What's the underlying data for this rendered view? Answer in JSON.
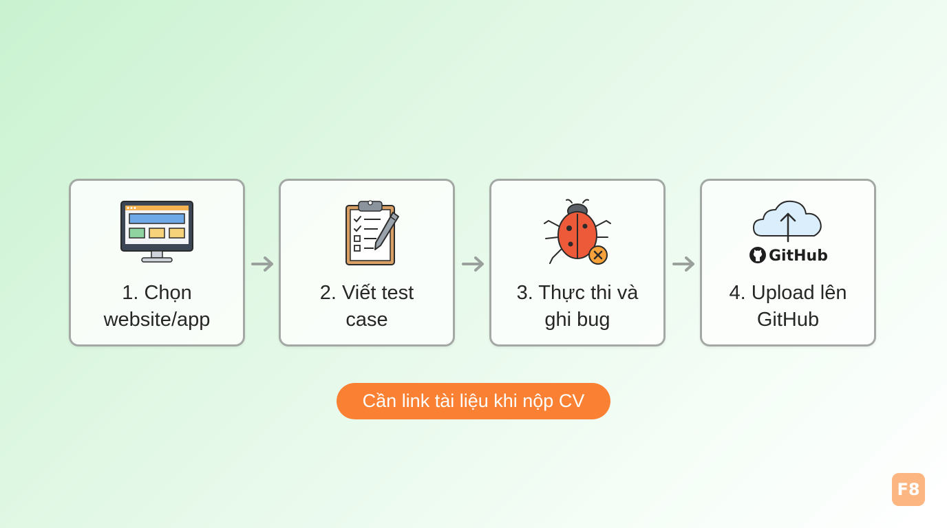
{
  "steps": [
    {
      "label": "1. Chọn\nwebsite/app",
      "icon": "monitor-icon"
    },
    {
      "label": "2. Viết test\ncase",
      "icon": "clipboard-checklist-icon"
    },
    {
      "label": "3. Thực thi và\nghi bug",
      "icon": "bug-icon"
    },
    {
      "label": "4. Upload lên\nGitHub",
      "icon": "cloud-upload-github-icon",
      "icon_text": "GitHub"
    }
  ],
  "note": "Cần link tài liệu khi nộp CV",
  "logo": "F8",
  "colors": {
    "accent": "#fa8133",
    "card_border": "#a3a8a4",
    "arrow": "#9aa09c",
    "logo_bg": "#fcb682"
  }
}
